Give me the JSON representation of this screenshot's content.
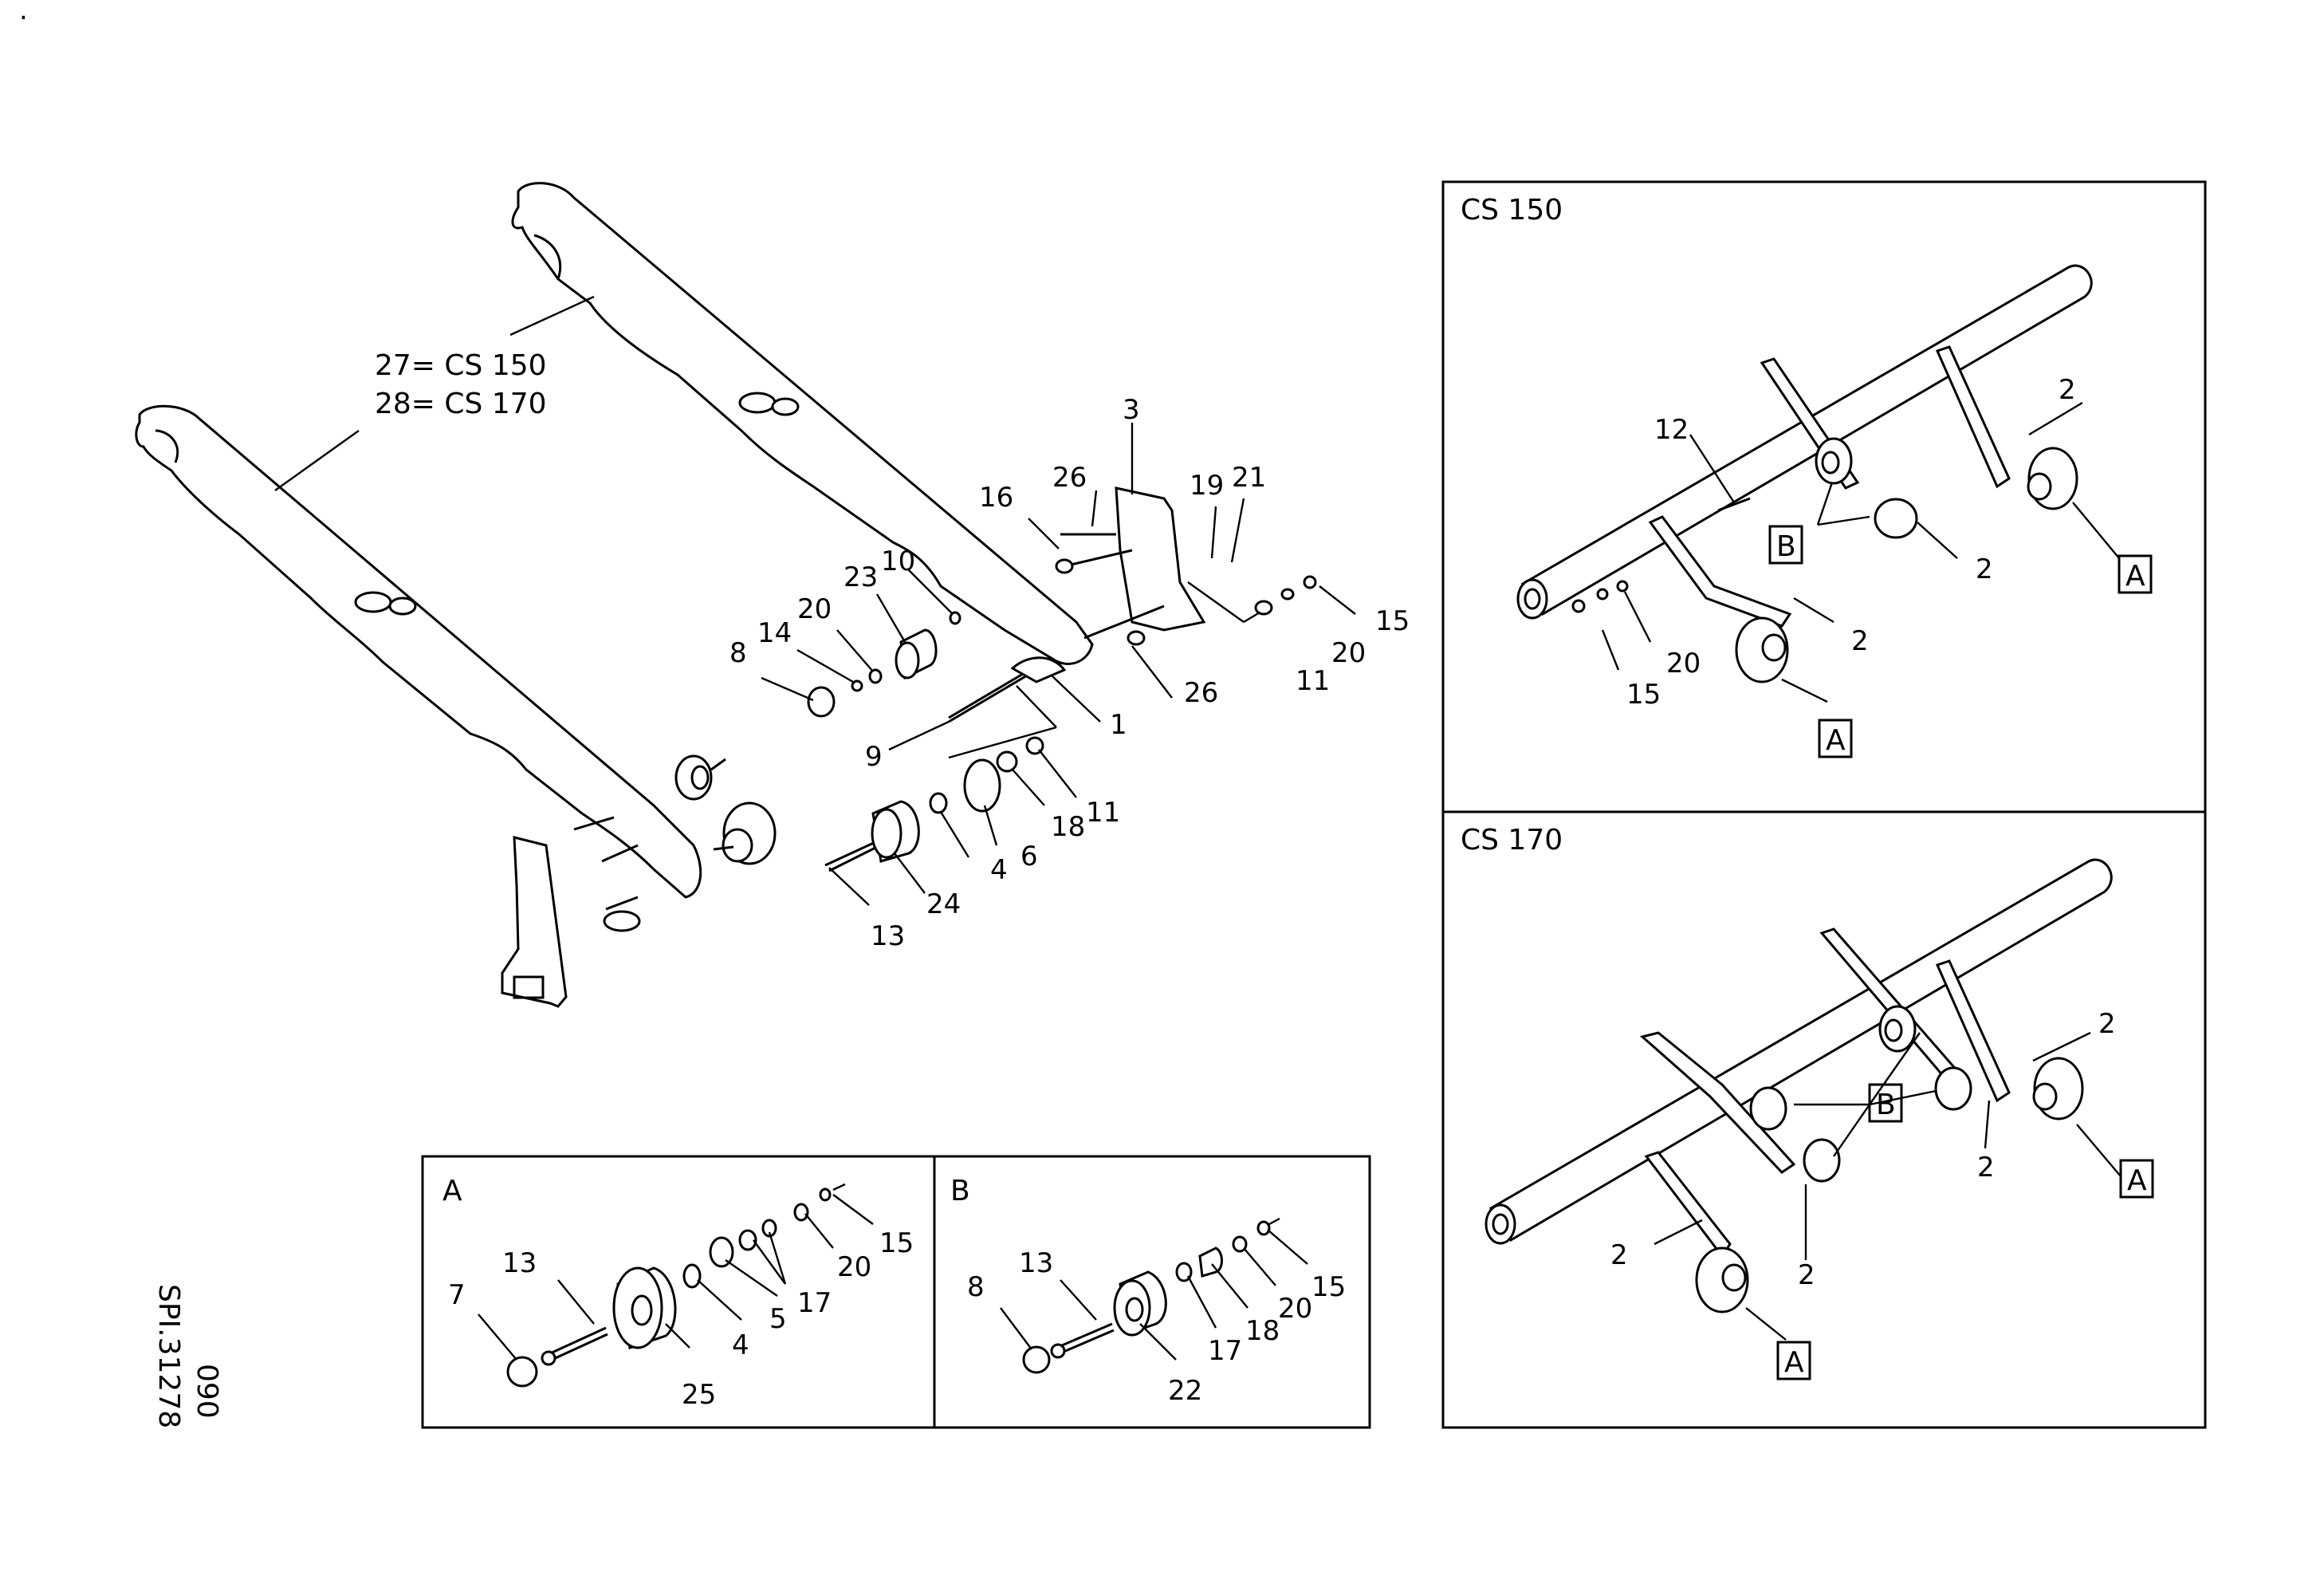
{
  "sheet": {
    "drawing_code": "SPI.31278",
    "sheet_number": "090",
    "corner_mark": "."
  },
  "frame_legend": {
    "line1": "27= CS 150",
    "line2": "28= CS 170"
  },
  "main_labels": {
    "l1": "1",
    "l3": "3",
    "l4": "4",
    "l6": "6",
    "l8": "8",
    "l9": "9",
    "l10": "10",
    "l11a": "11",
    "l11b": "11",
    "l13": "13",
    "l14": "14",
    "l15": "15",
    "l16": "16",
    "l18": "18",
    "l19": "19",
    "l20a": "20",
    "l20b": "20",
    "l21": "21",
    "l23": "23",
    "l24": "24",
    "l26a": "26",
    "l26b": "26"
  },
  "detail_a": {
    "title": "A",
    "labels": {
      "l7": "7",
      "l13": "13",
      "l25": "25",
      "l4": "4",
      "l5": "5",
      "l17": "17",
      "l20": "20",
      "l15": "15"
    }
  },
  "detail_b": {
    "title": "B",
    "labels": {
      "l8": "8",
      "l13": "13",
      "l22": "22",
      "l17": "17",
      "l18": "18",
      "l20": "20",
      "l15": "15"
    }
  },
  "cs150_panel": {
    "title": "CS 150",
    "labels": {
      "l12": "12",
      "l2a": "2",
      "l2b": "2",
      "l2c": "2",
      "l20": "20",
      "l15": "15"
    },
    "boxes": {
      "b": "B",
      "a1": "A",
      "a2": "A"
    }
  },
  "cs170_panel": {
    "title": "CS 170",
    "labels": {
      "l2a": "2",
      "l2b": "2",
      "l2c": "2",
      "l2d": "2"
    },
    "boxes": {
      "b": "B",
      "a1": "A",
      "a2": "A"
    }
  }
}
